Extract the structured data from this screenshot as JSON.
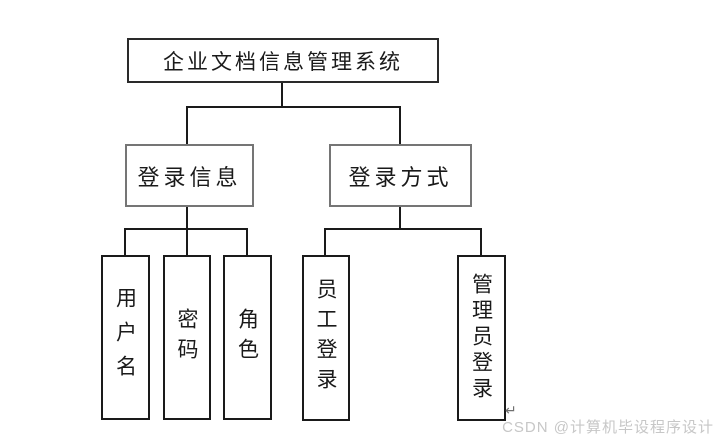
{
  "diagram": {
    "root": {
      "label": "企业文档信息管理系统"
    },
    "level2": [
      {
        "id": "login-info",
        "label": "登录信息"
      },
      {
        "id": "login-mode",
        "label": "登录方式"
      }
    ],
    "level3": [
      {
        "parent": "login-info",
        "label": "用户名"
      },
      {
        "parent": "login-info",
        "label": "密码"
      },
      {
        "parent": "login-info",
        "label": "角色"
      },
      {
        "parent": "login-mode",
        "label": "员工登录"
      },
      {
        "parent": "login-mode",
        "label": "管理员登录"
      }
    ],
    "paragraph_mark": "↵",
    "watermark": "CSDN @计算机毕设程序设计",
    "colors": {
      "line": "#1a1a1a",
      "root_border": "#2a2a2a",
      "level2_border": "#757575",
      "level3_border": "#1a1a1a",
      "watermark": "#c7c7c7",
      "background": "#ffffff"
    }
  }
}
